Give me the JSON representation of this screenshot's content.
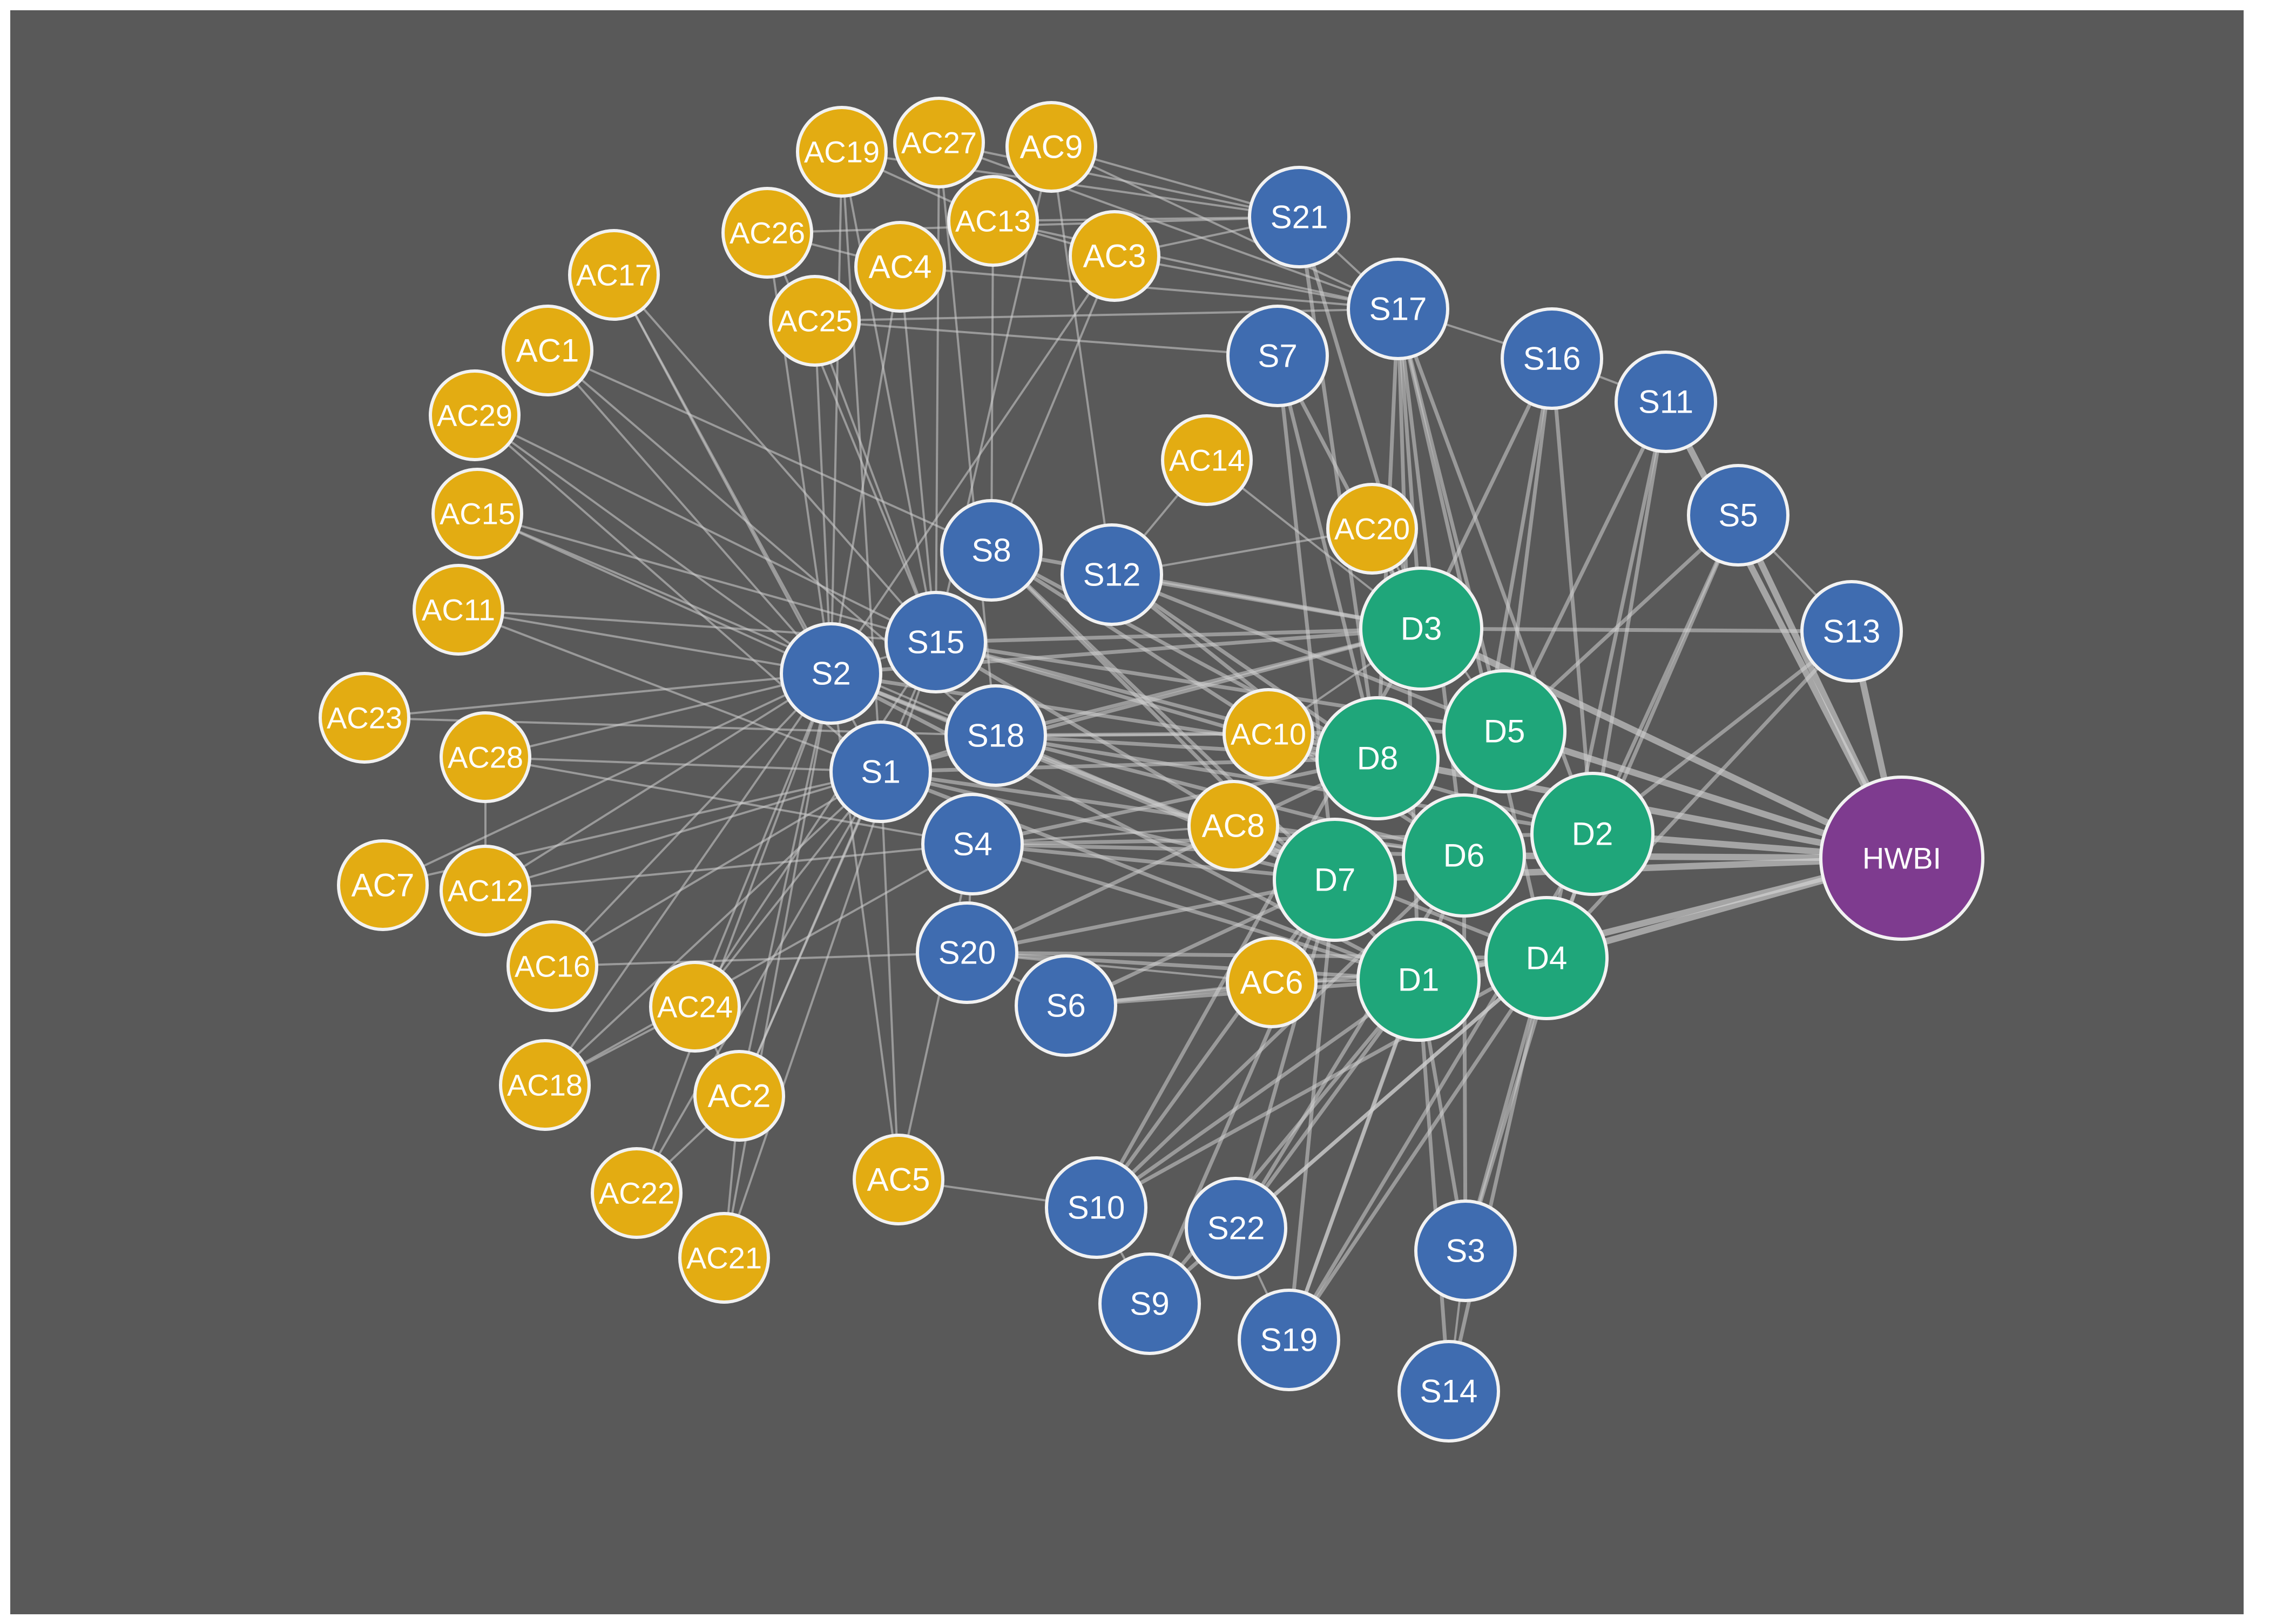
{
  "colors": {
    "background": "#595959",
    "edge": "#cfcfcf",
    "node_border": "#f2f2f2",
    "AC": "#e3ac12",
    "S": "#3f6cb0",
    "D": "#1fa67a",
    "HWBI": "#7e3b8f"
  },
  "nodes": [
    {
      "id": "AC19",
      "label": "AC19",
      "group": "AC"
    },
    {
      "id": "AC27",
      "label": "AC27",
      "group": "AC"
    },
    {
      "id": "AC9",
      "label": "AC9",
      "group": "AC"
    },
    {
      "id": "AC26",
      "label": "AC26",
      "group": "AC"
    },
    {
      "id": "AC13",
      "label": "AC13",
      "group": "AC"
    },
    {
      "id": "AC4",
      "label": "AC4",
      "group": "AC"
    },
    {
      "id": "AC3",
      "label": "AC3",
      "group": "AC"
    },
    {
      "id": "AC17",
      "label": "AC17",
      "group": "AC"
    },
    {
      "id": "AC25",
      "label": "AC25",
      "group": "AC"
    },
    {
      "id": "AC1",
      "label": "AC1",
      "group": "AC"
    },
    {
      "id": "AC29",
      "label": "AC29",
      "group": "AC"
    },
    {
      "id": "AC15",
      "label": "AC15",
      "group": "AC"
    },
    {
      "id": "AC11",
      "label": "AC11",
      "group": "AC"
    },
    {
      "id": "AC23",
      "label": "AC23",
      "group": "AC"
    },
    {
      "id": "AC28",
      "label": "AC28",
      "group": "AC"
    },
    {
      "id": "AC7",
      "label": "AC7",
      "group": "AC"
    },
    {
      "id": "AC12",
      "label": "AC12",
      "group": "AC"
    },
    {
      "id": "AC16",
      "label": "AC16",
      "group": "AC"
    },
    {
      "id": "AC24",
      "label": "AC24",
      "group": "AC"
    },
    {
      "id": "AC18",
      "label": "AC18",
      "group": "AC"
    },
    {
      "id": "AC2",
      "label": "AC2",
      "group": "AC"
    },
    {
      "id": "AC22",
      "label": "AC22",
      "group": "AC"
    },
    {
      "id": "AC21",
      "label": "AC21",
      "group": "AC"
    },
    {
      "id": "AC5",
      "label": "AC5",
      "group": "AC"
    },
    {
      "id": "AC14",
      "label": "AC14",
      "group": "AC"
    },
    {
      "id": "AC20",
      "label": "AC20",
      "group": "AC"
    },
    {
      "id": "AC10",
      "label": "AC10",
      "group": "AC"
    },
    {
      "id": "AC8",
      "label": "AC8",
      "group": "AC"
    },
    {
      "id": "AC6",
      "label": "AC6",
      "group": "AC"
    },
    {
      "id": "S21",
      "label": "S21",
      "group": "S"
    },
    {
      "id": "S17",
      "label": "S17",
      "group": "S"
    },
    {
      "id": "S7",
      "label": "S7",
      "group": "S"
    },
    {
      "id": "S16",
      "label": "S16",
      "group": "S"
    },
    {
      "id": "S11",
      "label": "S11",
      "group": "S"
    },
    {
      "id": "S5",
      "label": "S5",
      "group": "S"
    },
    {
      "id": "S13",
      "label": "S13",
      "group": "S"
    },
    {
      "id": "S8",
      "label": "S8",
      "group": "S"
    },
    {
      "id": "S12",
      "label": "S12",
      "group": "S"
    },
    {
      "id": "S15",
      "label": "S15",
      "group": "S"
    },
    {
      "id": "S2",
      "label": "S2",
      "group": "S"
    },
    {
      "id": "S18",
      "label": "S18",
      "group": "S"
    },
    {
      "id": "S1",
      "label": "S1",
      "group": "S"
    },
    {
      "id": "S4",
      "label": "S4",
      "group": "S"
    },
    {
      "id": "S20",
      "label": "S20",
      "group": "S"
    },
    {
      "id": "S6",
      "label": "S6",
      "group": "S"
    },
    {
      "id": "S10",
      "label": "S10",
      "group": "S"
    },
    {
      "id": "S22",
      "label": "S22",
      "group": "S"
    },
    {
      "id": "S9",
      "label": "S9",
      "group": "S"
    },
    {
      "id": "S19",
      "label": "S19",
      "group": "S"
    },
    {
      "id": "S3",
      "label": "S3",
      "group": "S"
    },
    {
      "id": "S14",
      "label": "S14",
      "group": "S"
    },
    {
      "id": "D3",
      "label": "D3",
      "group": "D"
    },
    {
      "id": "D8",
      "label": "D8",
      "group": "D"
    },
    {
      "id": "D5",
      "label": "D5",
      "group": "D"
    },
    {
      "id": "D2",
      "label": "D2",
      "group": "D"
    },
    {
      "id": "D7",
      "label": "D7",
      "group": "D"
    },
    {
      "id": "D6",
      "label": "D6",
      "group": "D"
    },
    {
      "id": "D1",
      "label": "D1",
      "group": "D"
    },
    {
      "id": "D4",
      "label": "D4",
      "group": "D"
    },
    {
      "id": "HWBI",
      "label": "HWBI",
      "group": "HWBI"
    }
  ],
  "links": [
    [
      "D1",
      "HWBI"
    ],
    [
      "D2",
      "HWBI"
    ],
    [
      "D3",
      "HWBI"
    ],
    [
      "D4",
      "HWBI"
    ],
    [
      "D5",
      "HWBI"
    ],
    [
      "D6",
      "HWBI"
    ],
    [
      "D7",
      "HWBI"
    ],
    [
      "D8",
      "HWBI"
    ],
    [
      "S13",
      "HWBI"
    ],
    [
      "S5",
      "HWBI"
    ],
    [
      "S11",
      "HWBI"
    ],
    [
      "S17",
      "D3"
    ],
    [
      "S17",
      "D5"
    ],
    [
      "S17",
      "D8"
    ],
    [
      "S17",
      "D2"
    ],
    [
      "S17",
      "D6"
    ],
    [
      "S17",
      "D4"
    ],
    [
      "S17",
      "D1"
    ],
    [
      "S16",
      "D5"
    ],
    [
      "S16",
      "D2"
    ],
    [
      "S16",
      "D3"
    ],
    [
      "S16",
      "D6"
    ],
    [
      "S11",
      "D2"
    ],
    [
      "S11",
      "D5"
    ],
    [
      "S11",
      "D4"
    ],
    [
      "S5",
      "D2"
    ],
    [
      "S5",
      "D5"
    ],
    [
      "S5",
      "D4"
    ],
    [
      "S13",
      "D2"
    ],
    [
      "S13",
      "D4"
    ],
    [
      "S13",
      "D3"
    ],
    [
      "S7",
      "D8"
    ],
    [
      "S7",
      "D3"
    ],
    [
      "S7",
      "D7"
    ],
    [
      "S21",
      "D3"
    ],
    [
      "S21",
      "D8"
    ],
    [
      "S8",
      "D3"
    ],
    [
      "S8",
      "D8"
    ],
    [
      "S8",
      "D7"
    ],
    [
      "S8",
      "D6"
    ],
    [
      "S8",
      "D1"
    ],
    [
      "S12",
      "D3"
    ],
    [
      "S12",
      "D8"
    ],
    [
      "S12",
      "D5"
    ],
    [
      "S12",
      "D6"
    ],
    [
      "S15",
      "D3"
    ],
    [
      "S15",
      "D8"
    ],
    [
      "S15",
      "D7"
    ],
    [
      "S15",
      "D2"
    ],
    [
      "S15",
      "D5"
    ],
    [
      "S2",
      "D7"
    ],
    [
      "S2",
      "D8"
    ],
    [
      "S2",
      "D1"
    ],
    [
      "S2",
      "D4"
    ],
    [
      "S2",
      "D3"
    ],
    [
      "S18",
      "D8"
    ],
    [
      "S18",
      "D7"
    ],
    [
      "S18",
      "D6"
    ],
    [
      "S18",
      "D2"
    ],
    [
      "S18",
      "D5"
    ],
    [
      "S18",
      "D3"
    ],
    [
      "S1",
      "D7"
    ],
    [
      "S1",
      "D8"
    ],
    [
      "S1",
      "D1"
    ],
    [
      "S1",
      "D6"
    ],
    [
      "S1",
      "D3"
    ],
    [
      "S4",
      "D7"
    ],
    [
      "S4",
      "D8"
    ],
    [
      "S4",
      "D1"
    ],
    [
      "S4",
      "D6"
    ],
    [
      "S4",
      "D2"
    ],
    [
      "S20",
      "D7"
    ],
    [
      "S20",
      "D1"
    ],
    [
      "S20",
      "D4"
    ],
    [
      "S20",
      "D8"
    ],
    [
      "S6",
      "D1"
    ],
    [
      "S6",
      "D7"
    ],
    [
      "S6",
      "D4"
    ],
    [
      "S10",
      "D1"
    ],
    [
      "S10",
      "D7"
    ],
    [
      "S10",
      "D4"
    ],
    [
      "S10",
      "D6"
    ],
    [
      "S22",
      "D1"
    ],
    [
      "S22",
      "D4"
    ],
    [
      "S22",
      "D7"
    ],
    [
      "S22",
      "D6"
    ],
    [
      "S9",
      "D1"
    ],
    [
      "S9",
      "D7"
    ],
    [
      "S19",
      "D1"
    ],
    [
      "S19",
      "D4"
    ],
    [
      "S19",
      "D7"
    ],
    [
      "S19",
      "D6"
    ],
    [
      "S3",
      "D4"
    ],
    [
      "S3",
      "D1"
    ],
    [
      "S3",
      "D6"
    ],
    [
      "S14",
      "D4"
    ],
    [
      "S14",
      "D1"
    ],
    [
      "S14",
      "S3"
    ],
    [
      "AC10",
      "D8"
    ],
    [
      "AC10",
      "D3"
    ],
    [
      "AC8",
      "D7"
    ],
    [
      "AC8",
      "D6"
    ],
    [
      "AC6",
      "D1"
    ],
    [
      "AC6",
      "D7"
    ],
    [
      "AC20",
      "D3"
    ],
    [
      "AC20",
      "D5"
    ],
    [
      "AC14",
      "D3"
    ],
    [
      "AC14",
      "S12"
    ],
    [
      "AC17",
      "S2"
    ],
    [
      "AC17",
      "S15"
    ],
    [
      "AC17",
      "S1"
    ],
    [
      "AC1",
      "S2"
    ],
    [
      "AC1",
      "S8"
    ],
    [
      "AC1",
      "S18"
    ],
    [
      "AC29",
      "S2"
    ],
    [
      "AC29",
      "S15"
    ],
    [
      "AC29",
      "S1"
    ],
    [
      "AC15",
      "S2"
    ],
    [
      "AC15",
      "S15"
    ],
    [
      "AC15",
      "S18"
    ],
    [
      "AC11",
      "S2"
    ],
    [
      "AC11",
      "S15"
    ],
    [
      "AC11",
      "S1"
    ],
    [
      "AC23",
      "S2"
    ],
    [
      "AC23",
      "S18"
    ],
    [
      "AC28",
      "S2"
    ],
    [
      "AC28",
      "S1"
    ],
    [
      "AC28",
      "S4"
    ],
    [
      "AC7",
      "S1"
    ],
    [
      "AC7",
      "S2"
    ],
    [
      "AC12",
      "S1"
    ],
    [
      "AC12",
      "S4"
    ],
    [
      "AC12",
      "S2"
    ],
    [
      "AC16",
      "S20"
    ],
    [
      "AC16",
      "S2"
    ],
    [
      "AC16",
      "S1"
    ],
    [
      "AC24",
      "S2"
    ],
    [
      "AC24",
      "S1"
    ],
    [
      "AC24",
      "S15"
    ],
    [
      "AC18",
      "S1"
    ],
    [
      "AC18",
      "S2"
    ],
    [
      "AC18",
      "S4"
    ],
    [
      "AC2",
      "S2"
    ],
    [
      "AC2",
      "S1"
    ],
    [
      "AC2",
      "S15"
    ],
    [
      "AC22",
      "S2"
    ],
    [
      "AC22",
      "S1"
    ],
    [
      "AC21",
      "S2"
    ],
    [
      "AC21",
      "S15"
    ],
    [
      "AC5",
      "S1"
    ],
    [
      "AC5",
      "S2"
    ],
    [
      "AC5",
      "S10"
    ],
    [
      "AC5",
      "S4"
    ],
    [
      "AC19",
      "S2"
    ],
    [
      "AC19",
      "S15"
    ],
    [
      "AC19",
      "S21"
    ],
    [
      "AC27",
      "S15"
    ],
    [
      "AC27",
      "S21"
    ],
    [
      "AC27",
      "S17"
    ],
    [
      "AC9",
      "S21"
    ],
    [
      "AC9",
      "S17"
    ],
    [
      "AC9",
      "S15"
    ],
    [
      "AC26",
      "S2"
    ],
    [
      "AC26",
      "S15"
    ],
    [
      "AC26",
      "S21"
    ],
    [
      "AC13",
      "S21"
    ],
    [
      "AC13",
      "S8"
    ],
    [
      "AC13",
      "S17"
    ],
    [
      "AC4",
      "S15"
    ],
    [
      "AC4",
      "S2"
    ],
    [
      "AC4",
      "S17"
    ],
    [
      "AC3",
      "S21"
    ],
    [
      "AC3",
      "S17"
    ],
    [
      "AC3",
      "S2"
    ],
    [
      "AC25",
      "S17"
    ],
    [
      "AC25",
      "S2"
    ],
    [
      "AC25",
      "S15"
    ],
    [
      "AC25",
      "S7"
    ],
    [
      "S2",
      "S15"
    ],
    [
      "S1",
      "S18"
    ],
    [
      "S4",
      "S20"
    ],
    [
      "S20",
      "S6"
    ],
    [
      "S10",
      "S9"
    ],
    [
      "S22",
      "S19"
    ],
    [
      "AC24",
      "AC2"
    ],
    [
      "AC2",
      "AC21"
    ],
    [
      "AC22",
      "AC2"
    ],
    [
      "AC18",
      "AC24"
    ],
    [
      "AC12",
      "AC28"
    ],
    [
      "AC26",
      "AC4"
    ],
    [
      "AC19",
      "AC13"
    ],
    [
      "AC13",
      "AC3"
    ],
    [
      "S16",
      "S17"
    ],
    [
      "S11",
      "S16"
    ],
    [
      "S17",
      "S21"
    ],
    [
      "AC10",
      "S18"
    ],
    [
      "AC8",
      "S4"
    ],
    [
      "AC6",
      "S6"
    ],
    [
      "AC6",
      "S20"
    ],
    [
      "AC20",
      "S12"
    ],
    [
      "S13",
      "S5"
    ],
    [
      "S9",
      "D4"
    ],
    [
      "S10",
      "D3"
    ],
    [
      "S19",
      "D2"
    ],
    [
      "S3",
      "D2"
    ],
    [
      "AC3",
      "S8"
    ],
    [
      "AC9",
      "S12"
    ],
    [
      "AC19",
      "S1"
    ],
    [
      "AC27",
      "S18"
    ]
  ]
}
